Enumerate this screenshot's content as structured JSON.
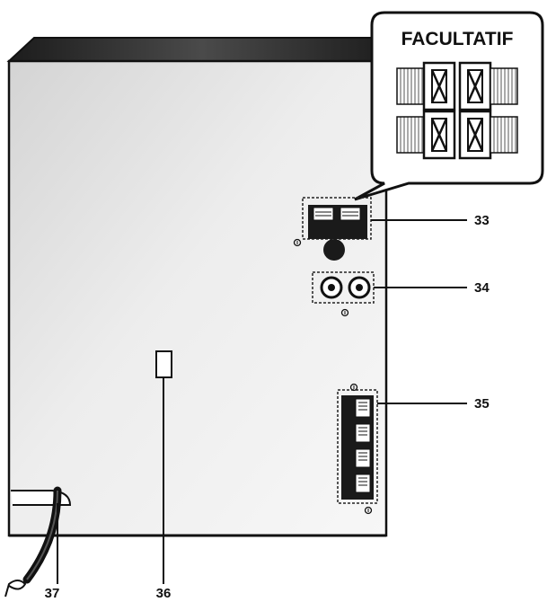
{
  "inset": {
    "title": "FACULTATIF"
  },
  "callouts": [
    {
      "id": "33",
      "label": "33"
    },
    {
      "id": "34",
      "label": "34"
    },
    {
      "id": "35",
      "label": "35"
    },
    {
      "id": "36",
      "label": "36"
    },
    {
      "id": "37",
      "label": "37"
    }
  ],
  "colors": {
    "panel_light": "#f4f4f4",
    "panel_mid": "#e6e6e6",
    "top_edge": "#2e2e2e",
    "terminal_black": "#1a1a1a",
    "outline": "#111111"
  }
}
